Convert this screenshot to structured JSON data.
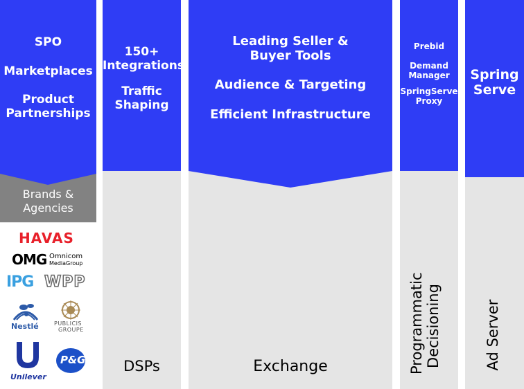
{
  "colors": {
    "blue": "#2f3df5",
    "gray": "#828282",
    "light": "#e5e5e5",
    "havas_red": "#e8202a",
    "ipg_blue": "#3aa0e0",
    "pg_blue": "#1c50c8",
    "unilever_blue": "#1f36a0",
    "nestle_blue": "#2c5aa8",
    "publicis_tan": "#a98a55"
  },
  "columns": {
    "col1": {
      "lines": [
        "SPO",
        "Marketplaces",
        "Product",
        "Partnerships"
      ],
      "gray_label": "Brands &\nAgencies"
    },
    "col2": {
      "lines": [
        "150+",
        "Integrations",
        "Traffic",
        "Shaping"
      ],
      "bottom": "DSPs"
    },
    "col3": {
      "lines": [
        "Leading Seller &",
        "Buyer Tools",
        "Audience & Targeting",
        "Efficient Infrastructure"
      ],
      "bottom": "Exchange"
    },
    "col4": {
      "lines": [
        "Prebid",
        "Demand",
        "Manager",
        "SpringServe",
        "Proxy"
      ],
      "bottom": "Programmatic\nDecisioning"
    },
    "col5": {
      "lines": [
        "Spring",
        "Serve"
      ],
      "bottom": "Ad Server"
    }
  },
  "logos": {
    "havas": "HAVAS",
    "omg": "OMG",
    "omnicom": "Omnicom",
    "media_group": "MediaGroup",
    "ipg": "IPG",
    "wpp": "WPP",
    "nestle": "Nestlé",
    "publicis": "PUBLICIS",
    "groupe": "GROUPE",
    "unilever": "Unilever",
    "pg": "P&G"
  }
}
